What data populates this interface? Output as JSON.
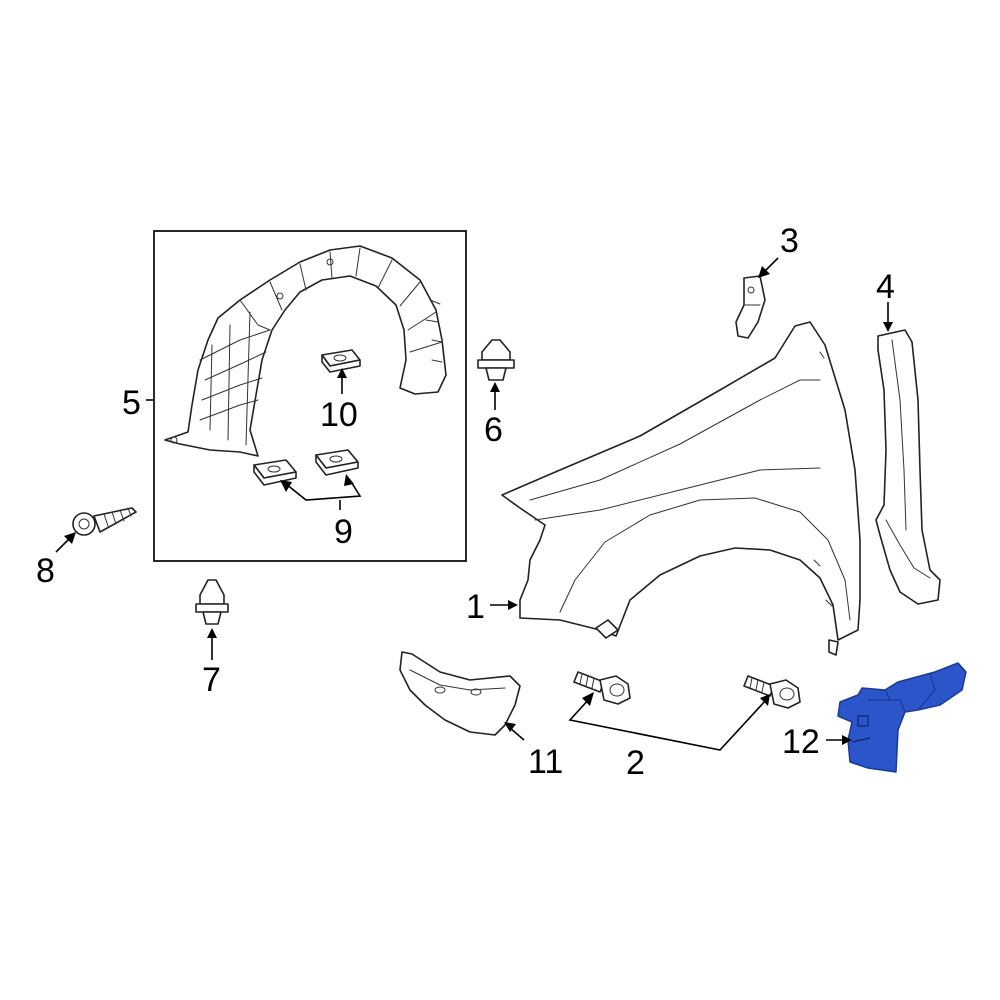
{
  "diagram": {
    "highlight_color": "#2b55c9",
    "callouts": [
      {
        "id": "c1",
        "text": "1"
      },
      {
        "id": "c2",
        "text": "2"
      },
      {
        "id": "c3",
        "text": "3"
      },
      {
        "id": "c4",
        "text": "4"
      },
      {
        "id": "c5",
        "text": "5"
      },
      {
        "id": "c6",
        "text": "6"
      },
      {
        "id": "c7",
        "text": "7"
      },
      {
        "id": "c8",
        "text": "8"
      },
      {
        "id": "c9",
        "text": "9"
      },
      {
        "id": "c10",
        "text": "10"
      },
      {
        "id": "c11",
        "text": "11"
      },
      {
        "id": "c12",
        "text": "12"
      }
    ]
  }
}
